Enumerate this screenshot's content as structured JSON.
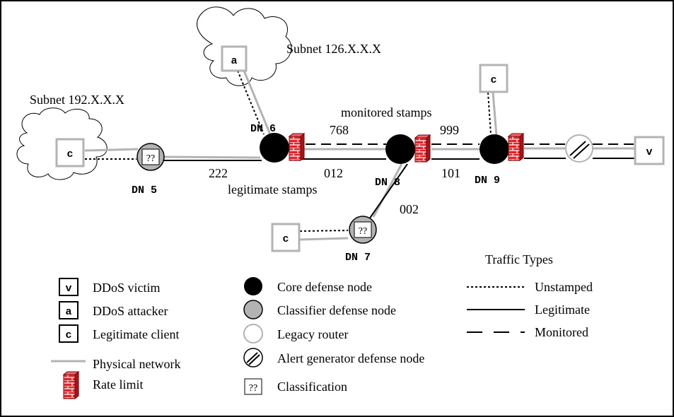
{
  "subnets": {
    "subnet_126": "Subnet 126.X.X.X",
    "subnet_192": "Subnet 192.X.X.X"
  },
  "nodes": {
    "dn5": "DN 5",
    "dn6": "DN 6",
    "dn7": "DN 7",
    "dn8": "DN 8",
    "dn9": "DN 9"
  },
  "hosts": {
    "attacker": "a",
    "client": "c",
    "victim": "v"
  },
  "classification_mark": "??",
  "link_labels": {
    "dn5_dn6": "222",
    "dn6_dn8_monitored": "768",
    "dn6_dn8_legit": "012",
    "dn8_dn9_monitored": "999",
    "dn8_dn9_legit": "101",
    "dn8_dn7": "002"
  },
  "annotations": {
    "monitored_stamps": "monitored stamps",
    "legitimate_stamps": "legitimate stamps"
  },
  "legend": {
    "hosts": [
      {
        "symbol": "v",
        "label": "DDoS victim"
      },
      {
        "symbol": "a",
        "label": "DDoS attacker"
      },
      {
        "symbol": "c",
        "label": "Legitimate client"
      }
    ],
    "physical_network": "Physical network",
    "rate_limit": "Rate limit",
    "node_types": [
      {
        "type": "core",
        "label": "Core defense node"
      },
      {
        "type": "classifier",
        "label": "Classifier defense node"
      },
      {
        "type": "legacy",
        "label": "Legacy router"
      },
      {
        "type": "alert",
        "label": "Alert generator defense node"
      },
      {
        "type": "classification",
        "label": "Classification"
      }
    ],
    "traffic_title": "Traffic Types",
    "traffic_types": [
      {
        "style": "dotted",
        "label": "Unstamped"
      },
      {
        "style": "solid",
        "label": "Legitimate"
      },
      {
        "style": "dashed",
        "label": "Monitored"
      }
    ]
  },
  "colors": {
    "physical_link": "#b3b3b3",
    "core_node": "#000000",
    "classifier_node": "#b3b3b3",
    "rate_limit": "#e0242a"
  }
}
